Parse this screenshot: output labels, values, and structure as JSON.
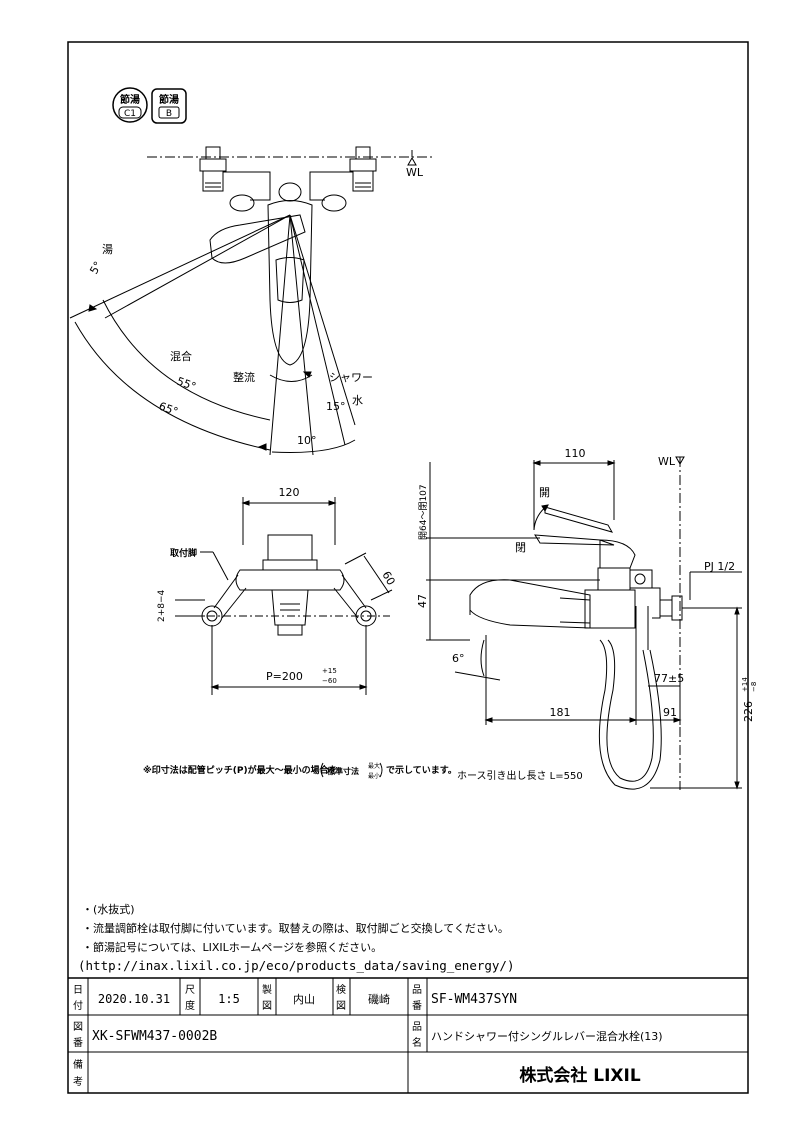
{
  "badges": [
    {
      "top": "節湯",
      "bottom": "C1"
    },
    {
      "top": "節湯",
      "bottom": "B"
    }
  ],
  "top_view": {
    "wl": "WL",
    "hot": "湯",
    "mix": "混合",
    "seiryu": "整流",
    "shower": "シャワー",
    "water": "水",
    "angle_5": "5°",
    "angle_55": "55°",
    "angle_65": "65°",
    "angle_15": "15°",
    "angle_10": "10°"
  },
  "front_view": {
    "dim_120": "120",
    "toritsuke": "取付脚",
    "dim_60": "60",
    "dim_side": "2+8−4",
    "pitch": "P=200",
    "pitch_tol_plus": "+15",
    "pitch_tol_minus": "−60"
  },
  "side_view": {
    "dim_110": "110",
    "wl": "WL",
    "open": "開",
    "close": "閉",
    "range": "開64〜閉107",
    "pj": "PJ 1/2",
    "dim_47": "47",
    "angle_6": "6°",
    "dim_77": "77±5",
    "dim_181": "181",
    "dim_91": "91",
    "dim_226": "226",
    "dim_226_tol_plus": "+14",
    "dim_226_tol_minus": "−8"
  },
  "footnote": {
    "before": "※印寸法は配管ピッチ(P)が最大〜最小の場合を",
    "paren_label": "標準寸法",
    "paren_top": "最大",
    "paren_bottom": "最小",
    "after": "で示しています。",
    "hose": "ホース引き出し長さ L=550"
  },
  "notes": [
    "・(水抜式)",
    "・流量調節栓は取付脚に付いています。取替えの際は、取付脚ごと交換してください。",
    "・節湯記号については、LIXILホームページを参照ください。",
    "(http://inax.lixil.co.jp/eco/products_data/saving_energy/)"
  ],
  "title_block": {
    "date_label": [
      "日",
      "付"
    ],
    "date": "2020.10.31",
    "scale_label": [
      "尺",
      "度"
    ],
    "scale": "1:5",
    "drawn_label": [
      "製",
      "図"
    ],
    "drawn": "内山",
    "check_label": [
      "検",
      "図"
    ],
    "check": "磯崎",
    "product_no_label": [
      "品",
      "番"
    ],
    "product_no": "SF-WM437SYN",
    "drawing_no_label": [
      "図",
      "番"
    ],
    "drawing_no": "XK-SFWM437-0002B",
    "product_name_label": [
      "品",
      "名"
    ],
    "product_name": "ハンドシャワー付シングルレバー混合水栓(13)",
    "remarks_label": [
      "備",
      "考"
    ],
    "company": "株式会社 LIXIL"
  }
}
